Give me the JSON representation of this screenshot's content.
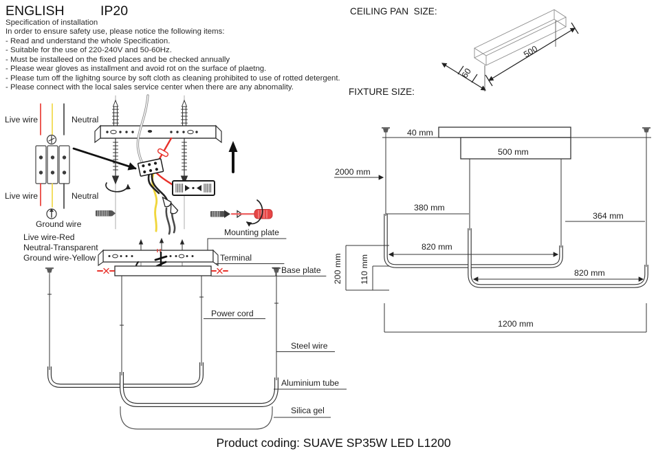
{
  "header": {
    "language": "ENGLISH",
    "ip_rating": "IP20"
  },
  "spec": {
    "lines": [
      "Specification of installation",
      "In order to ensure safety use, please notice the following items:",
      "- Read and understand the whole Specification.",
      "- Suitable for the use of 220-240V and 50-60Hz.",
      "- Must be installeed on the fixed places and be checked annually",
      "- Please wear gloves as installment and avoid rot on the surface of plaetng.",
      "- Please tum off the lighitng source by soft cloth as cleaning prohibited to use of rotted detergent.",
      "- Please connect with the local sales service center when there are any abnomality."
    ]
  },
  "wiring_diagram": {
    "live_wire_top": "Live wire",
    "neutral_top": "Neutral",
    "live_wire_bottom": "Live wire",
    "neutral_bottom": "Neutral",
    "ground_wire": "Ground wire",
    "legend_live": "Live wire-Red",
    "legend_neutral": "Neutral-Transparent",
    "legend_ground": "Ground wire-Yellow"
  },
  "installation": {
    "mounting_plate": "Mounting plate",
    "terminal": "Terminal",
    "base_plate": "Base plate",
    "power_cord": "Power cord",
    "steel_wire": "Steel wire",
    "aluminium_tube": "Aluminium tube",
    "silica_gel": "Silica gel"
  },
  "ceiling_pan": {
    "title": "CEILING PAN  SIZE:",
    "dim_length": "500",
    "dim_width": "60"
  },
  "fixture_size": {
    "title": "FIXTURE SIZE:",
    "dim_40": "40 mm",
    "dim_500": "500 mm",
    "dim_2000": "2000 mm",
    "dim_380": "380 mm",
    "dim_364": "364 mm",
    "dim_820_upper": "820 mm",
    "dim_820_lower": "820 mm",
    "dim_200": "200 mm",
    "dim_110": "110 mm",
    "dim_1200": "1200 mm"
  },
  "footer": {
    "product_coding": "Product coding: SUAVE SP35W LED L1200"
  },
  "colors": {
    "live_wire_red": "#e8312a",
    "ground_wire_yellow": "#f0d63c",
    "neutral_dark": "#3a3a3a",
    "screwdriver_red": "#e84545"
  }
}
